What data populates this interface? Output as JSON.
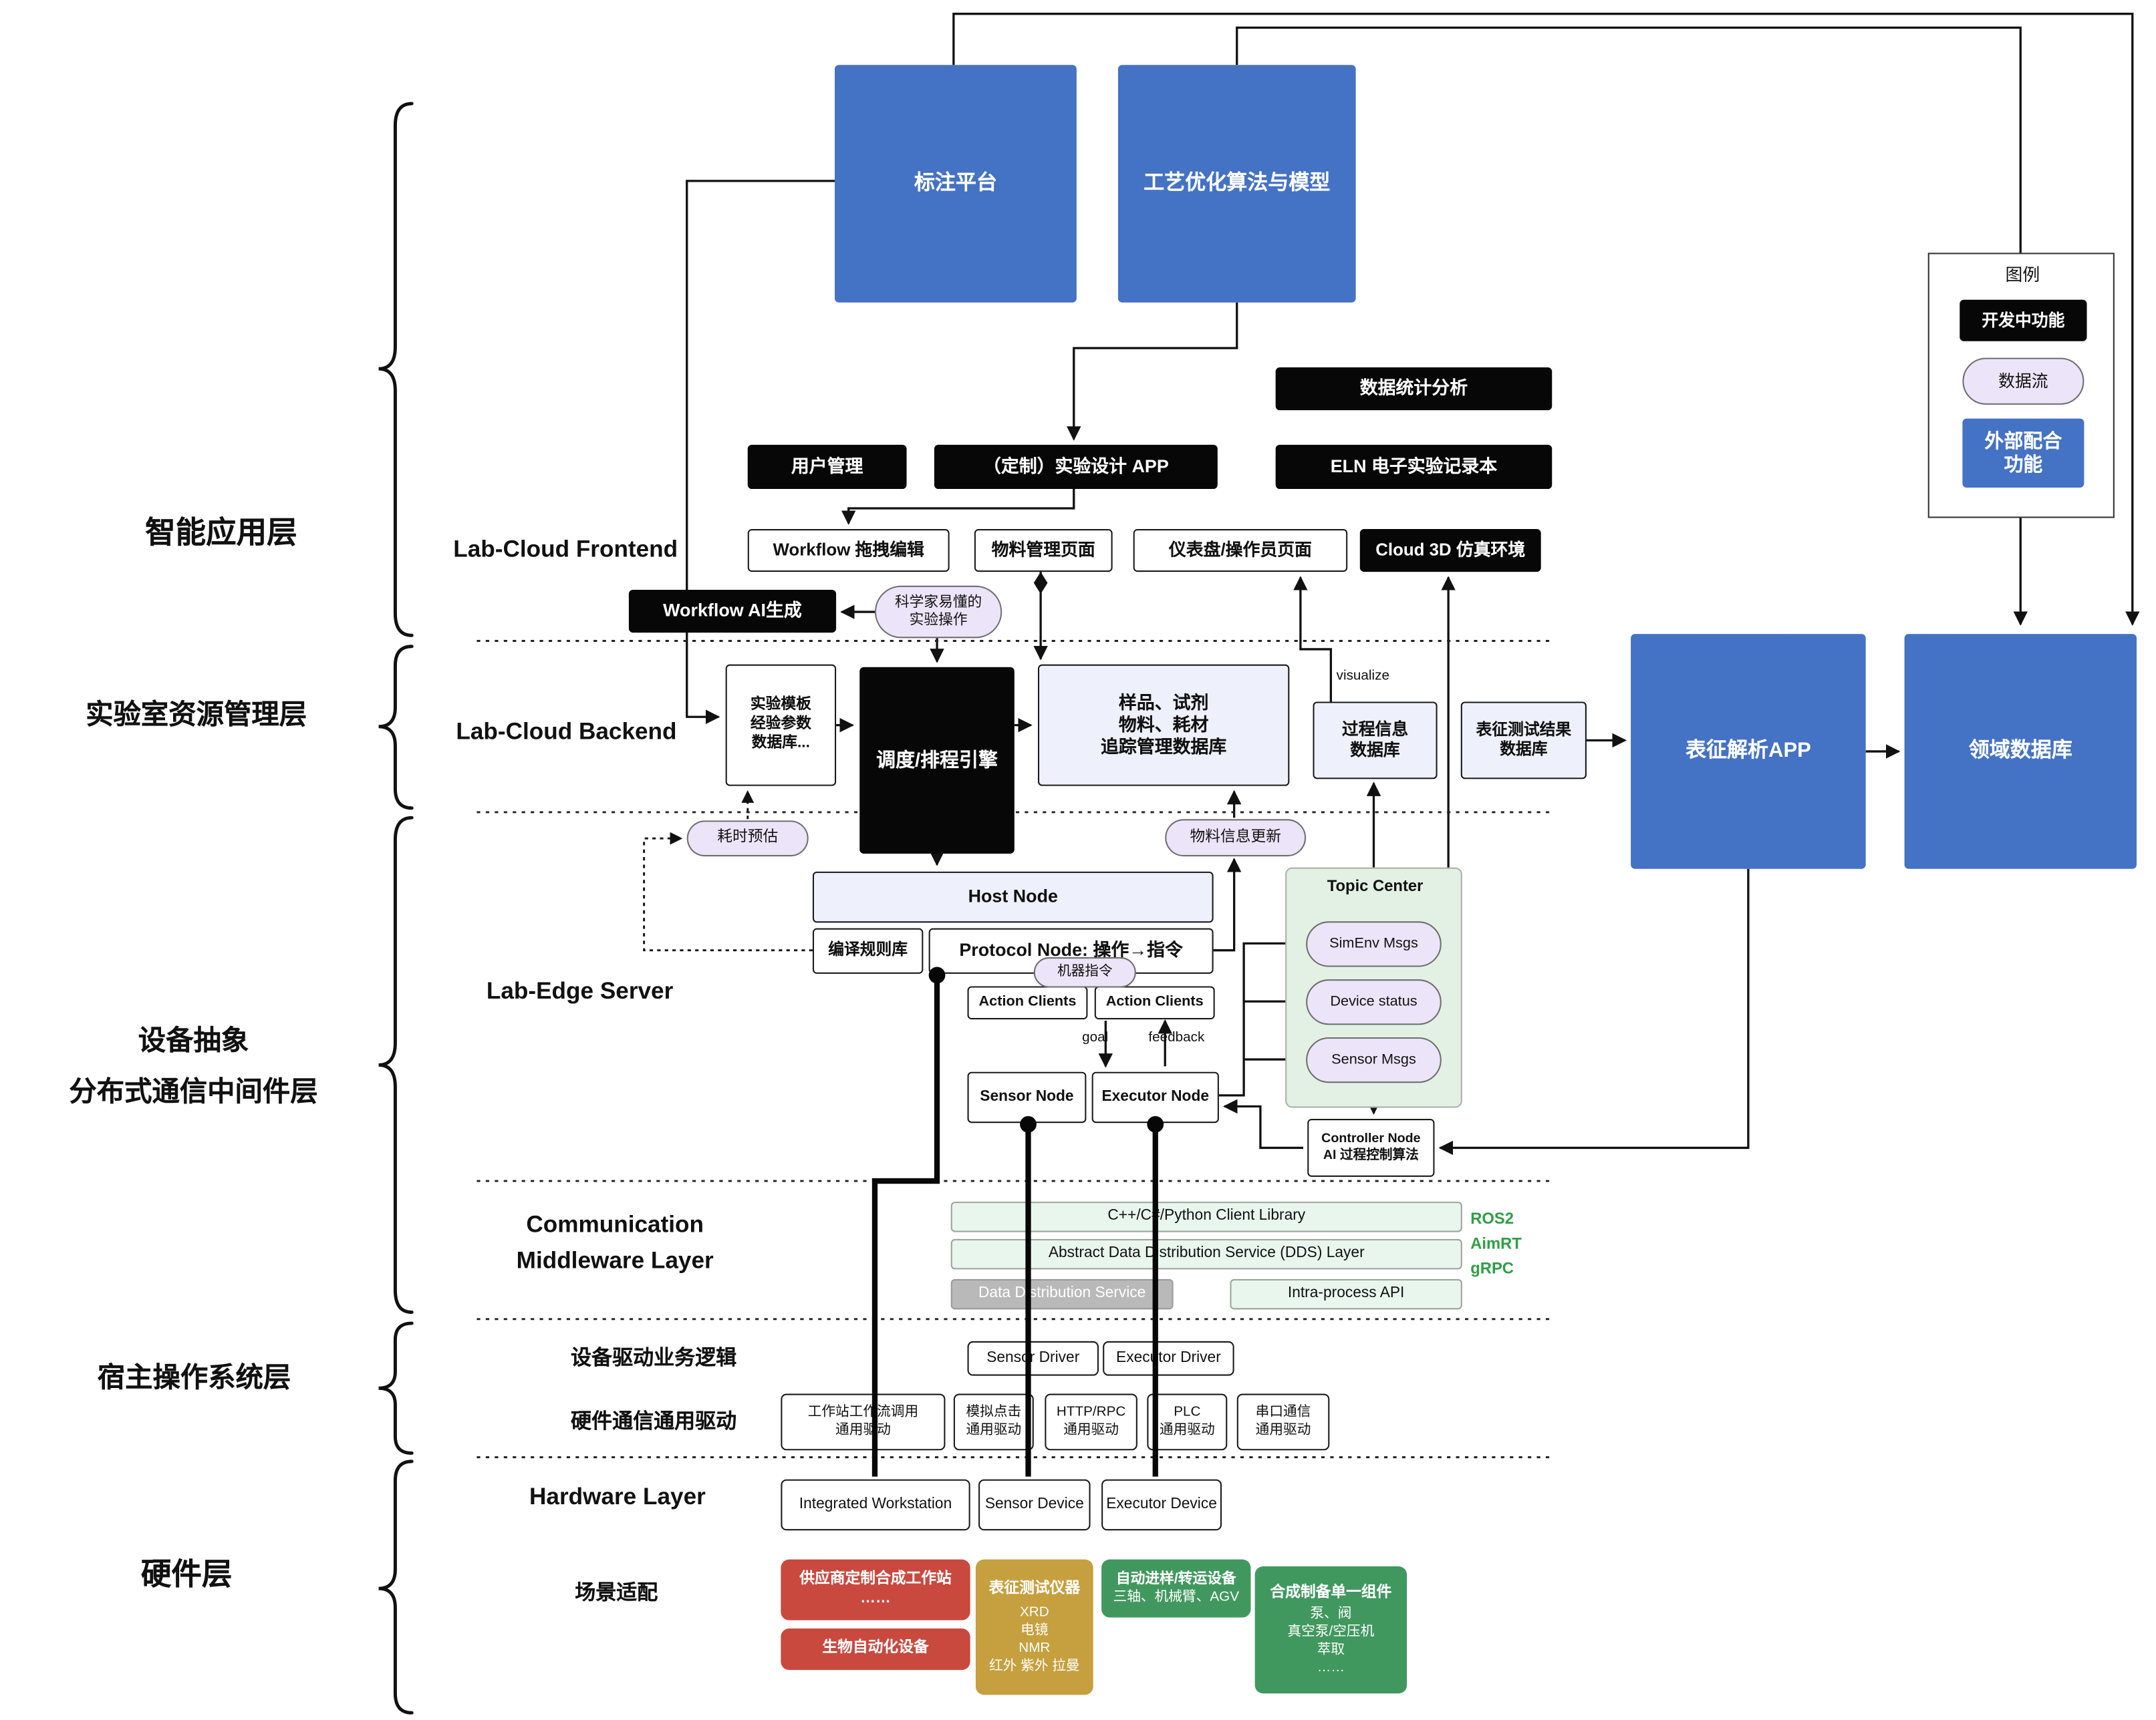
{
  "palette": {
    "blue": "#4472c4",
    "black": "#070707",
    "pill_bg": "#ece4f8",
    "lavender": "#eef1fb",
    "topic_green": "#e2f1e3",
    "comm_green": "#e9f6ee",
    "gray": "#b9b9b9",
    "red": "#c9493f",
    "gold": "#c69f3e",
    "green": "#41985f"
  },
  "layer_labels": [
    "智能应用层",
    "实验室资源管理层",
    "设备抽象\n分布式通信中间件层",
    "宿主操作系统层",
    "硬件层"
  ],
  "top": {
    "annotation_platform": "标注平台",
    "process_model": "工艺优化算法与模型",
    "stats": "数据统计分析",
    "user_mgmt": "用户管理",
    "custom_app": "（定制）实验设计 APP",
    "eln": "ELN 电子实验记录本"
  },
  "legend": {
    "title": "图例",
    "developing": "开发中功能",
    "dataflow": "数据流",
    "external": "外部配合\n功能"
  },
  "frontend": {
    "label": "Lab-Cloud Frontend",
    "workflow_edit": "Workflow 拖拽编辑",
    "material_page": "物料管理页面",
    "dashboard_page": "仪表盘/操作员页面",
    "cloud_3d": "Cloud 3D 仿真环境",
    "workflow_ai": "Workflow AI生成",
    "scientist_pill": "科学家易懂的\n实验操作"
  },
  "backend": {
    "label": "Lab-Cloud Backend",
    "template_db": "实验模板\n经验参数\n数据库...",
    "scheduler": "调度/排程引擎",
    "sample_db": "样品、试剂\n物料、耗材\n追踪管理数据库",
    "process_db": "过程信息\n数据库",
    "charact_db": "表征测试结果\n数据库",
    "visualize": "visualize",
    "charact_app": "表征解析APP",
    "domain_db": "领域数据库",
    "time_pill": "耗时预估",
    "material_pill": "物料信息更新"
  },
  "edge": {
    "label": "Lab-Edge Server",
    "host_node": "Host Node",
    "rule_lib": "编译规则库",
    "protocol_node": "Protocol Node: 操作→指令",
    "machine_pill": "机器指令",
    "action_client_left": "Action Clients",
    "action_client_right": "Action Clients",
    "goal": "goal",
    "feedback": "feedback",
    "sensor_node": "Sensor Node",
    "executor_node": "Executor Node",
    "topic_center": "Topic Center",
    "msgs": [
      "SimEnv Msgs",
      "Device status",
      "Sensor Msgs"
    ],
    "controller": "Controller Node\nAI 过程控制算法"
  },
  "comm": {
    "label": "Communication\nMiddleware Layer",
    "client_lib": "C++/C#/Python Client Library",
    "dds_layer": "Abstract Data Distribution Service (DDS) Layer",
    "dds_service": "Data Distribution Service",
    "intra_api": "Intra-process API",
    "tech": [
      "ROS2",
      "AimRT",
      "gRPC"
    ]
  },
  "hostos": {
    "driver_logic_label": "设备驱动业务逻辑",
    "sensor_driver": "Sensor Driver",
    "executor_driver": "Executor Driver",
    "hw_driver_label": "硬件通信通用驱动",
    "generic_drivers": [
      "工作站工作流调用\n通用驱动",
      "模拟点击\n通用驱动",
      "HTTP/RPC\n通用驱动",
      "PLC\n通用驱动",
      "串口通信\n通用驱动"
    ]
  },
  "hardware": {
    "label": "Hardware Layer",
    "devices": [
      "Integrated Workstation",
      "Sensor Device",
      "Executor Device"
    ],
    "scene_label": "场景适配",
    "vendor_box": "供应商定制合成工作站\n……",
    "bio_box": "生物自动化设备",
    "charact_title": "表征测试仪器",
    "charact_lines": "XRD\n电镜\nNMR\n红外 紫外 拉曼",
    "transfer_title": "自动进样/转运设备",
    "transfer_sub": "三轴、机械臂、AGV",
    "component_title": "合成制备单一组件",
    "component_lines": "泵、阀\n真空泵/空压机\n萃取\n……"
  }
}
